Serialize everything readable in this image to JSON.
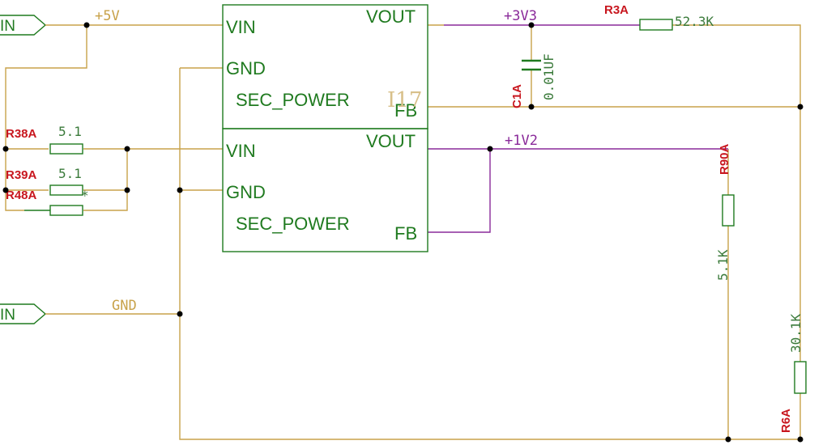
{
  "ports": {
    "in_top": "IN",
    "in_bottom": "IN"
  },
  "nets": {
    "v5": "+5V",
    "v3v3": "+3V3",
    "v1v2": "+1V2",
    "gnd": "GND"
  },
  "block1": {
    "vin": "VIN",
    "vout": "VOUT",
    "gnd": "GND",
    "name": "SEC_POWER",
    "fb": "FB",
    "instance": "I17"
  },
  "block2": {
    "vin": "VIN",
    "vout": "VOUT",
    "gnd": "GND",
    "name": "SEC_POWER",
    "fb": "FB"
  },
  "components": {
    "r3a": {
      "ref": "R3A",
      "value": "52.3K"
    },
    "c1a": {
      "ref": "C1A",
      "value": "0.01UF"
    },
    "r38a": {
      "ref": "R38A",
      "value": "5.1"
    },
    "r39a": {
      "ref": "R39A",
      "value": "5.1"
    },
    "r48a": {
      "ref": "R48A",
      "value": "*"
    },
    "r90a": {
      "ref": "R90A",
      "value": "5.1K"
    },
    "r6a": {
      "ref": "R6A",
      "value": "30.1K"
    }
  },
  "colors": {
    "wire_power": "#c8a24a",
    "wire_signal": "#8a2a9a",
    "symbol": "#1f7a1f",
    "refdes": "#c8161e",
    "junction": "#000000"
  }
}
